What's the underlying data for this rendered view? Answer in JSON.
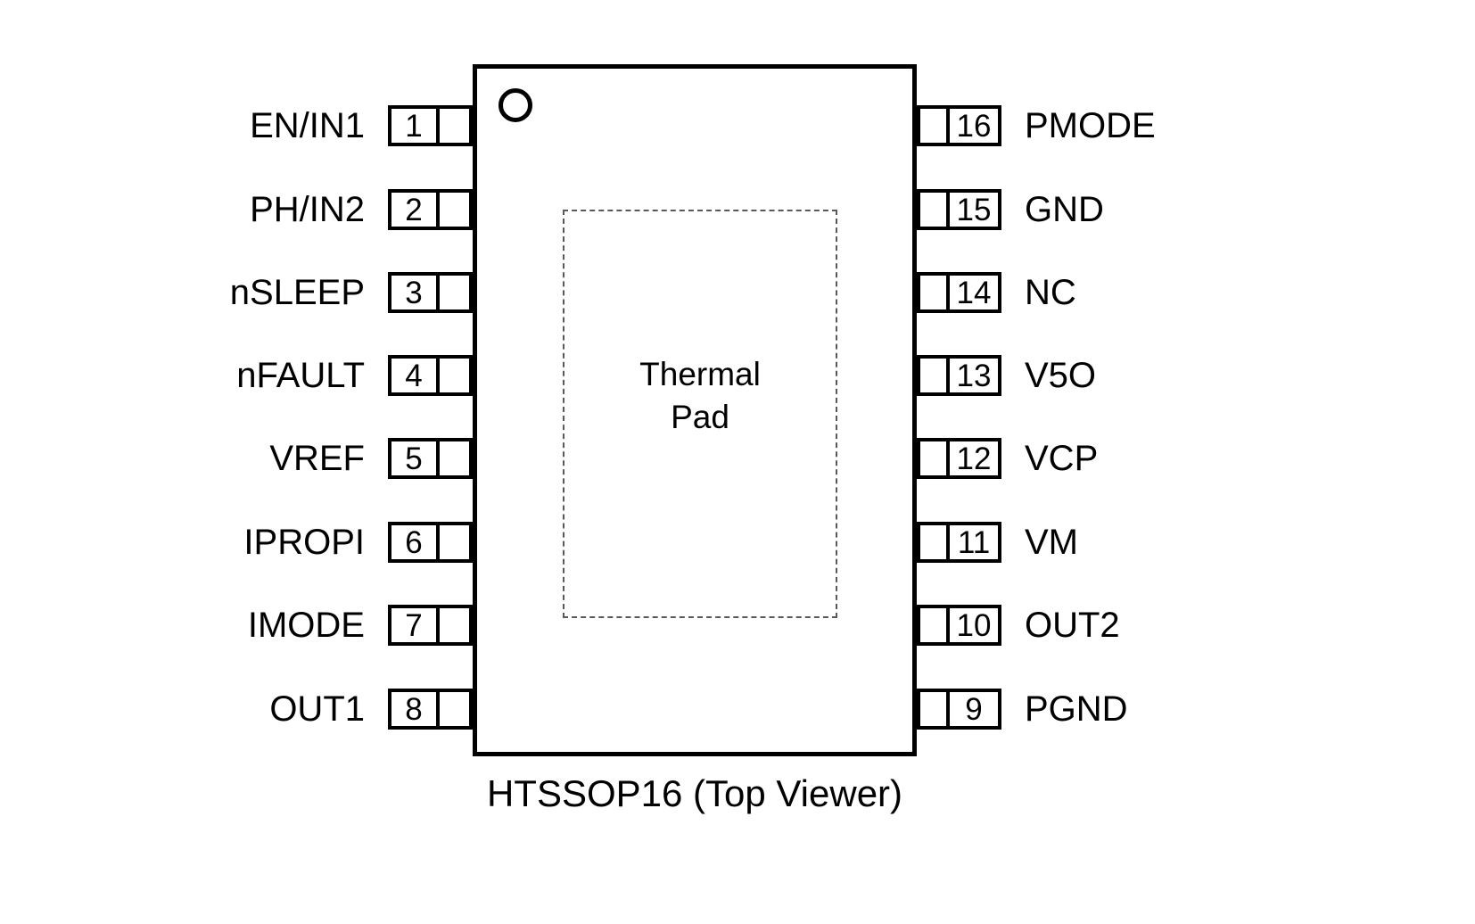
{
  "title": "HTSSOP16 (Top Viewer)",
  "thermal_pad_label": "Thermal Pad",
  "left_pins": [
    {
      "number": "1",
      "label": "EN/IN1"
    },
    {
      "number": "2",
      "label": "PH/IN2"
    },
    {
      "number": "3",
      "label": "nSLEEP"
    },
    {
      "number": "4",
      "label": "nFAULT"
    },
    {
      "number": "5",
      "label": "VREF"
    },
    {
      "number": "6",
      "label": "IPROPI"
    },
    {
      "number": "7",
      "label": "IMODE"
    },
    {
      "number": "8",
      "label": "OUT1"
    }
  ],
  "right_pins": [
    {
      "number": "16",
      "label": "PMODE"
    },
    {
      "number": "15",
      "label": "GND"
    },
    {
      "number": "14",
      "label": "NC"
    },
    {
      "number": "13",
      "label": "V5O"
    },
    {
      "number": "12",
      "label": "VCP"
    },
    {
      "number": "11",
      "label": "VM"
    },
    {
      "number": "10",
      "label": "OUT2"
    },
    {
      "number": "9",
      "label": "PGND"
    }
  ],
  "colors": {
    "outline": "#000000",
    "background": "#ffffff",
    "thermal_pad_border": "#595959"
  }
}
